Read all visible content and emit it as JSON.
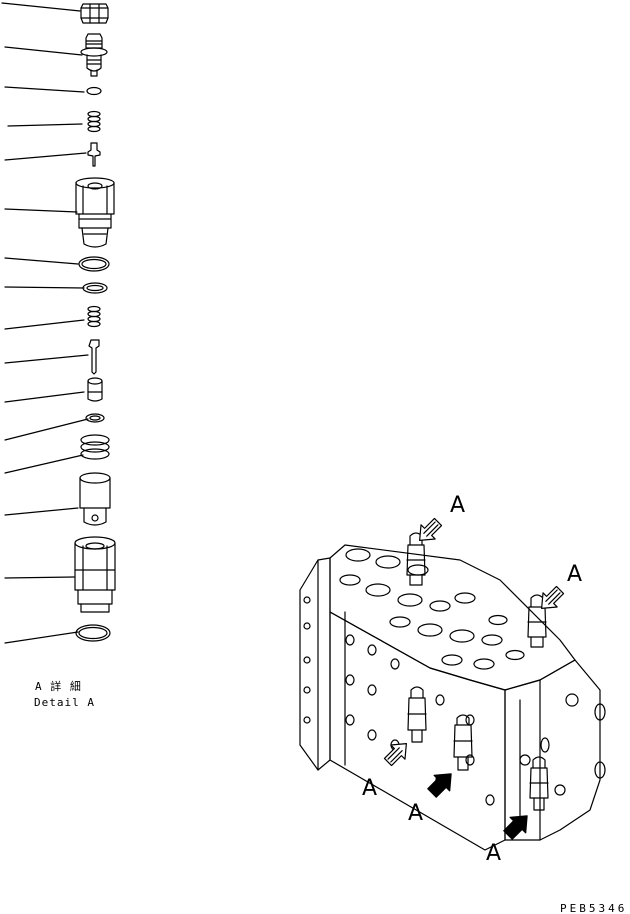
{
  "detail": {
    "title_jp": "A 詳 細",
    "title_en": "Detail A"
  },
  "drawing_code": "PEB5346",
  "view_markers": [
    "A",
    "A",
    "A",
    "A",
    "A"
  ],
  "colors": {
    "ink": "#000000",
    "paper": "#ffffff"
  }
}
